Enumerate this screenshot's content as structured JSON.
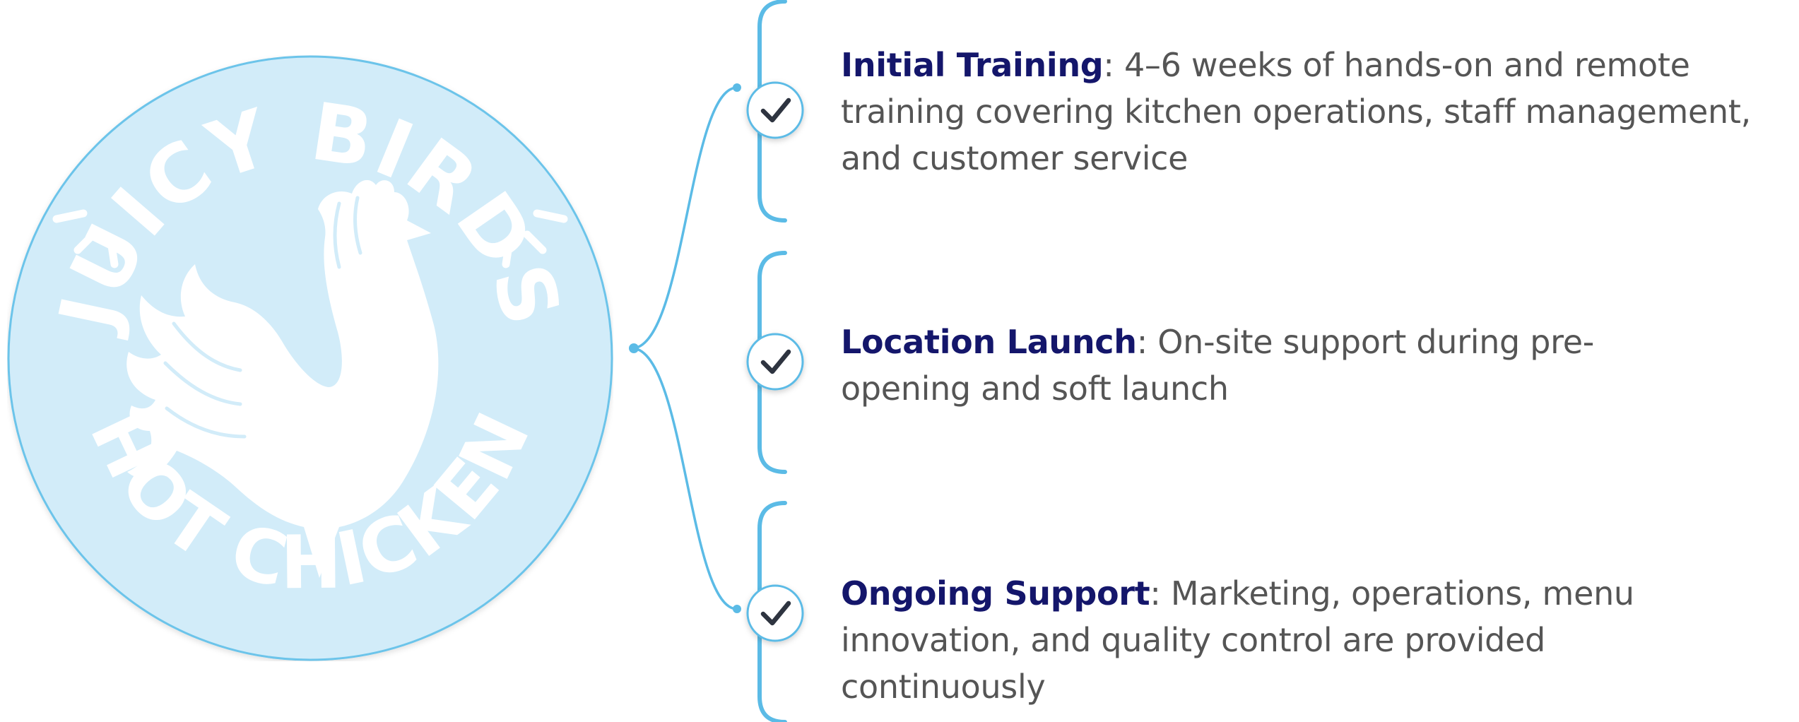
{
  "logo": {
    "top_text": "JUICY BIRDS",
    "bottom_text": "HOT CHICKEN",
    "icon": "rooster-icon",
    "fill_color": "#d2ecf9",
    "line_color": "#6cc4ea"
  },
  "colors": {
    "accent": "#5bbbe6",
    "title": "#14166b",
    "body_text": "#555555",
    "check": "#2e3440"
  },
  "items": [
    {
      "title": "Initial Training",
      "body": "4–6 weeks of hands-on and remote training covering kitchen operations, staff management, and customer service"
    },
    {
      "title": "Location Launch",
      "body": "On-site support during pre-opening and soft launch"
    },
    {
      "title": "Ongoing Support",
      "body": "Marketing, operations, menu innovation, and quality control are provided continuously"
    }
  ]
}
